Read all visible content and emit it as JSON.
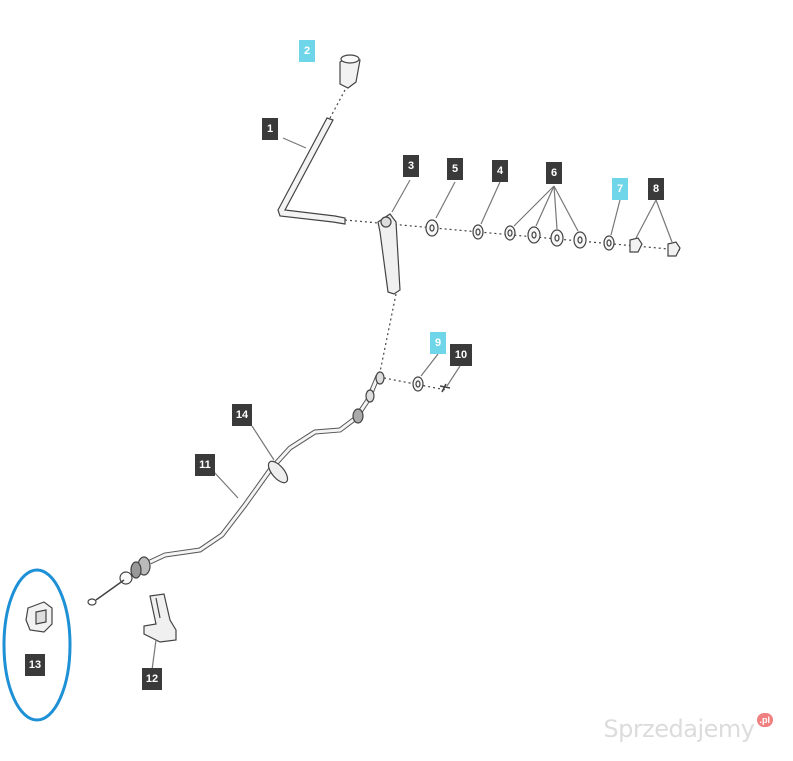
{
  "callouts": {
    "c1": "1",
    "c2": "2",
    "c3": "3",
    "c4": "4",
    "c5": "5",
    "c6": "6",
    "c7": "7",
    "c8": "8",
    "c9": "9",
    "c10": "10",
    "c11": "11",
    "c12": "12",
    "c13": "13",
    "c14": "14"
  },
  "colors": {
    "callout_dark": "#3a3a3a",
    "callout_cyan": "#6fd6ea",
    "highlight_ring": "#1e90d6",
    "part_stroke": "#444444"
  },
  "watermark": {
    "text": "Sprzedajemy",
    "badge": ".pl"
  }
}
